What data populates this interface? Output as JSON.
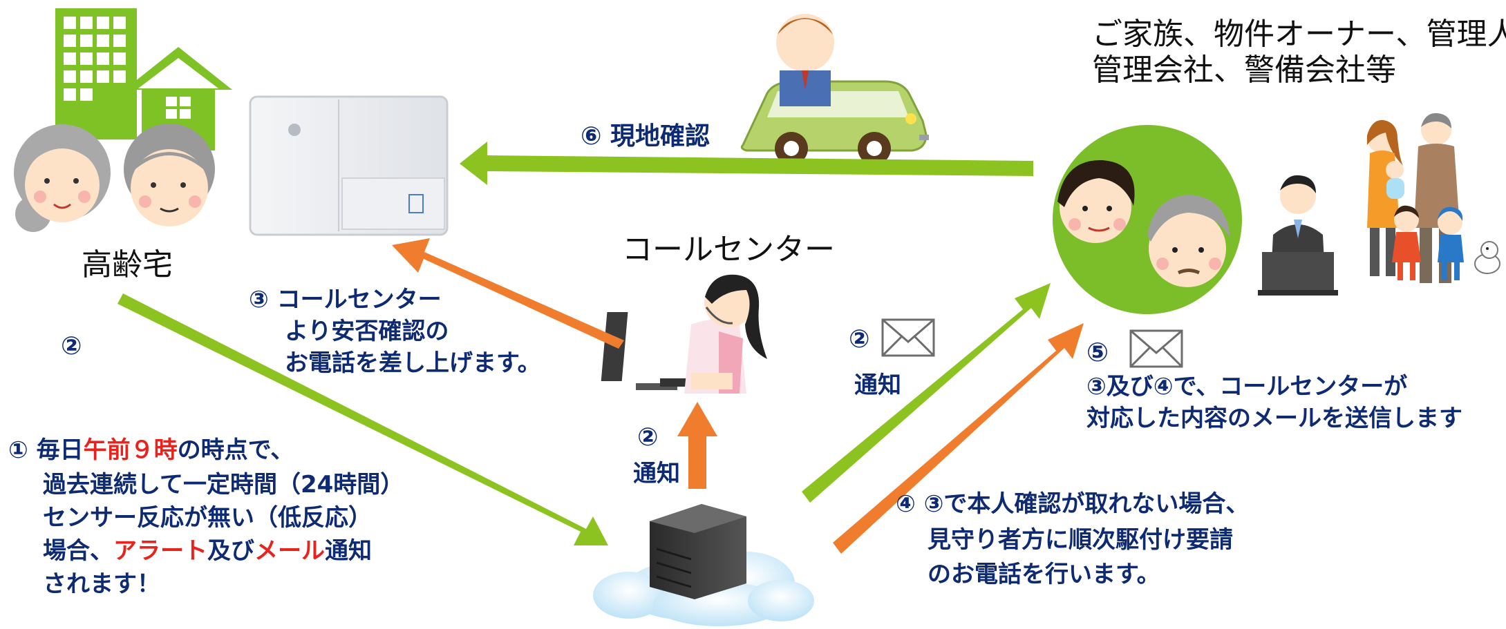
{
  "labels": {
    "house": "高齢宅",
    "call_center": "コールセンター",
    "contacts_line1": "ご家族、物件オーナー、管理人、",
    "contacts_line2": "管理会社、警備会社等"
  },
  "steps": {
    "step6": "⑥ 現地確認",
    "step3": {
      "line1": "③ コールセンター",
      "line2": "より安否確認の",
      "line3": "お電話を差し上げます。"
    },
    "step2_left": "②",
    "step2_mid_num": "②",
    "step2_mid_text": "通知",
    "step2_right_num": "②",
    "step2_right_text": "通知",
    "step5": {
      "num": "⑤",
      "line1": "③及び④で、コールセンターが",
      "line2": "対応した内容のメールを送信します"
    },
    "step4": {
      "line1": "④ ③で本人確認が取れない場合、",
      "line2": "見守り者方に順次駆付け要請",
      "line3": "のお電話を行います。"
    },
    "step1": {
      "l1_pre": "① 毎日",
      "l1_red": "午前９時",
      "l1_post": "の時点で、",
      "line2": "過去連続して一定時間（24時間）",
      "line3": "センサー反応が無い（低反応）",
      "l4_pre": "場合、",
      "l4_red1": "アラート",
      "l4_mid": "及び",
      "l4_red2": "メール",
      "l4_post": "通知",
      "line5": "されます！"
    }
  },
  "colors": {
    "green_arrow": "#8cc320",
    "orange_arrow": "#ef7d2d",
    "navy_text": "#0d2a72",
    "red_text": "#e8231d",
    "building_green": "#7ec226"
  },
  "icons": [
    "building-icon",
    "house-icon",
    "elderly-couple-icon",
    "sensor-device-icon",
    "car-driver-icon",
    "operator-icon",
    "server-cloud-icon",
    "family-circle-icon",
    "people-group-icon",
    "mail-icon"
  ]
}
